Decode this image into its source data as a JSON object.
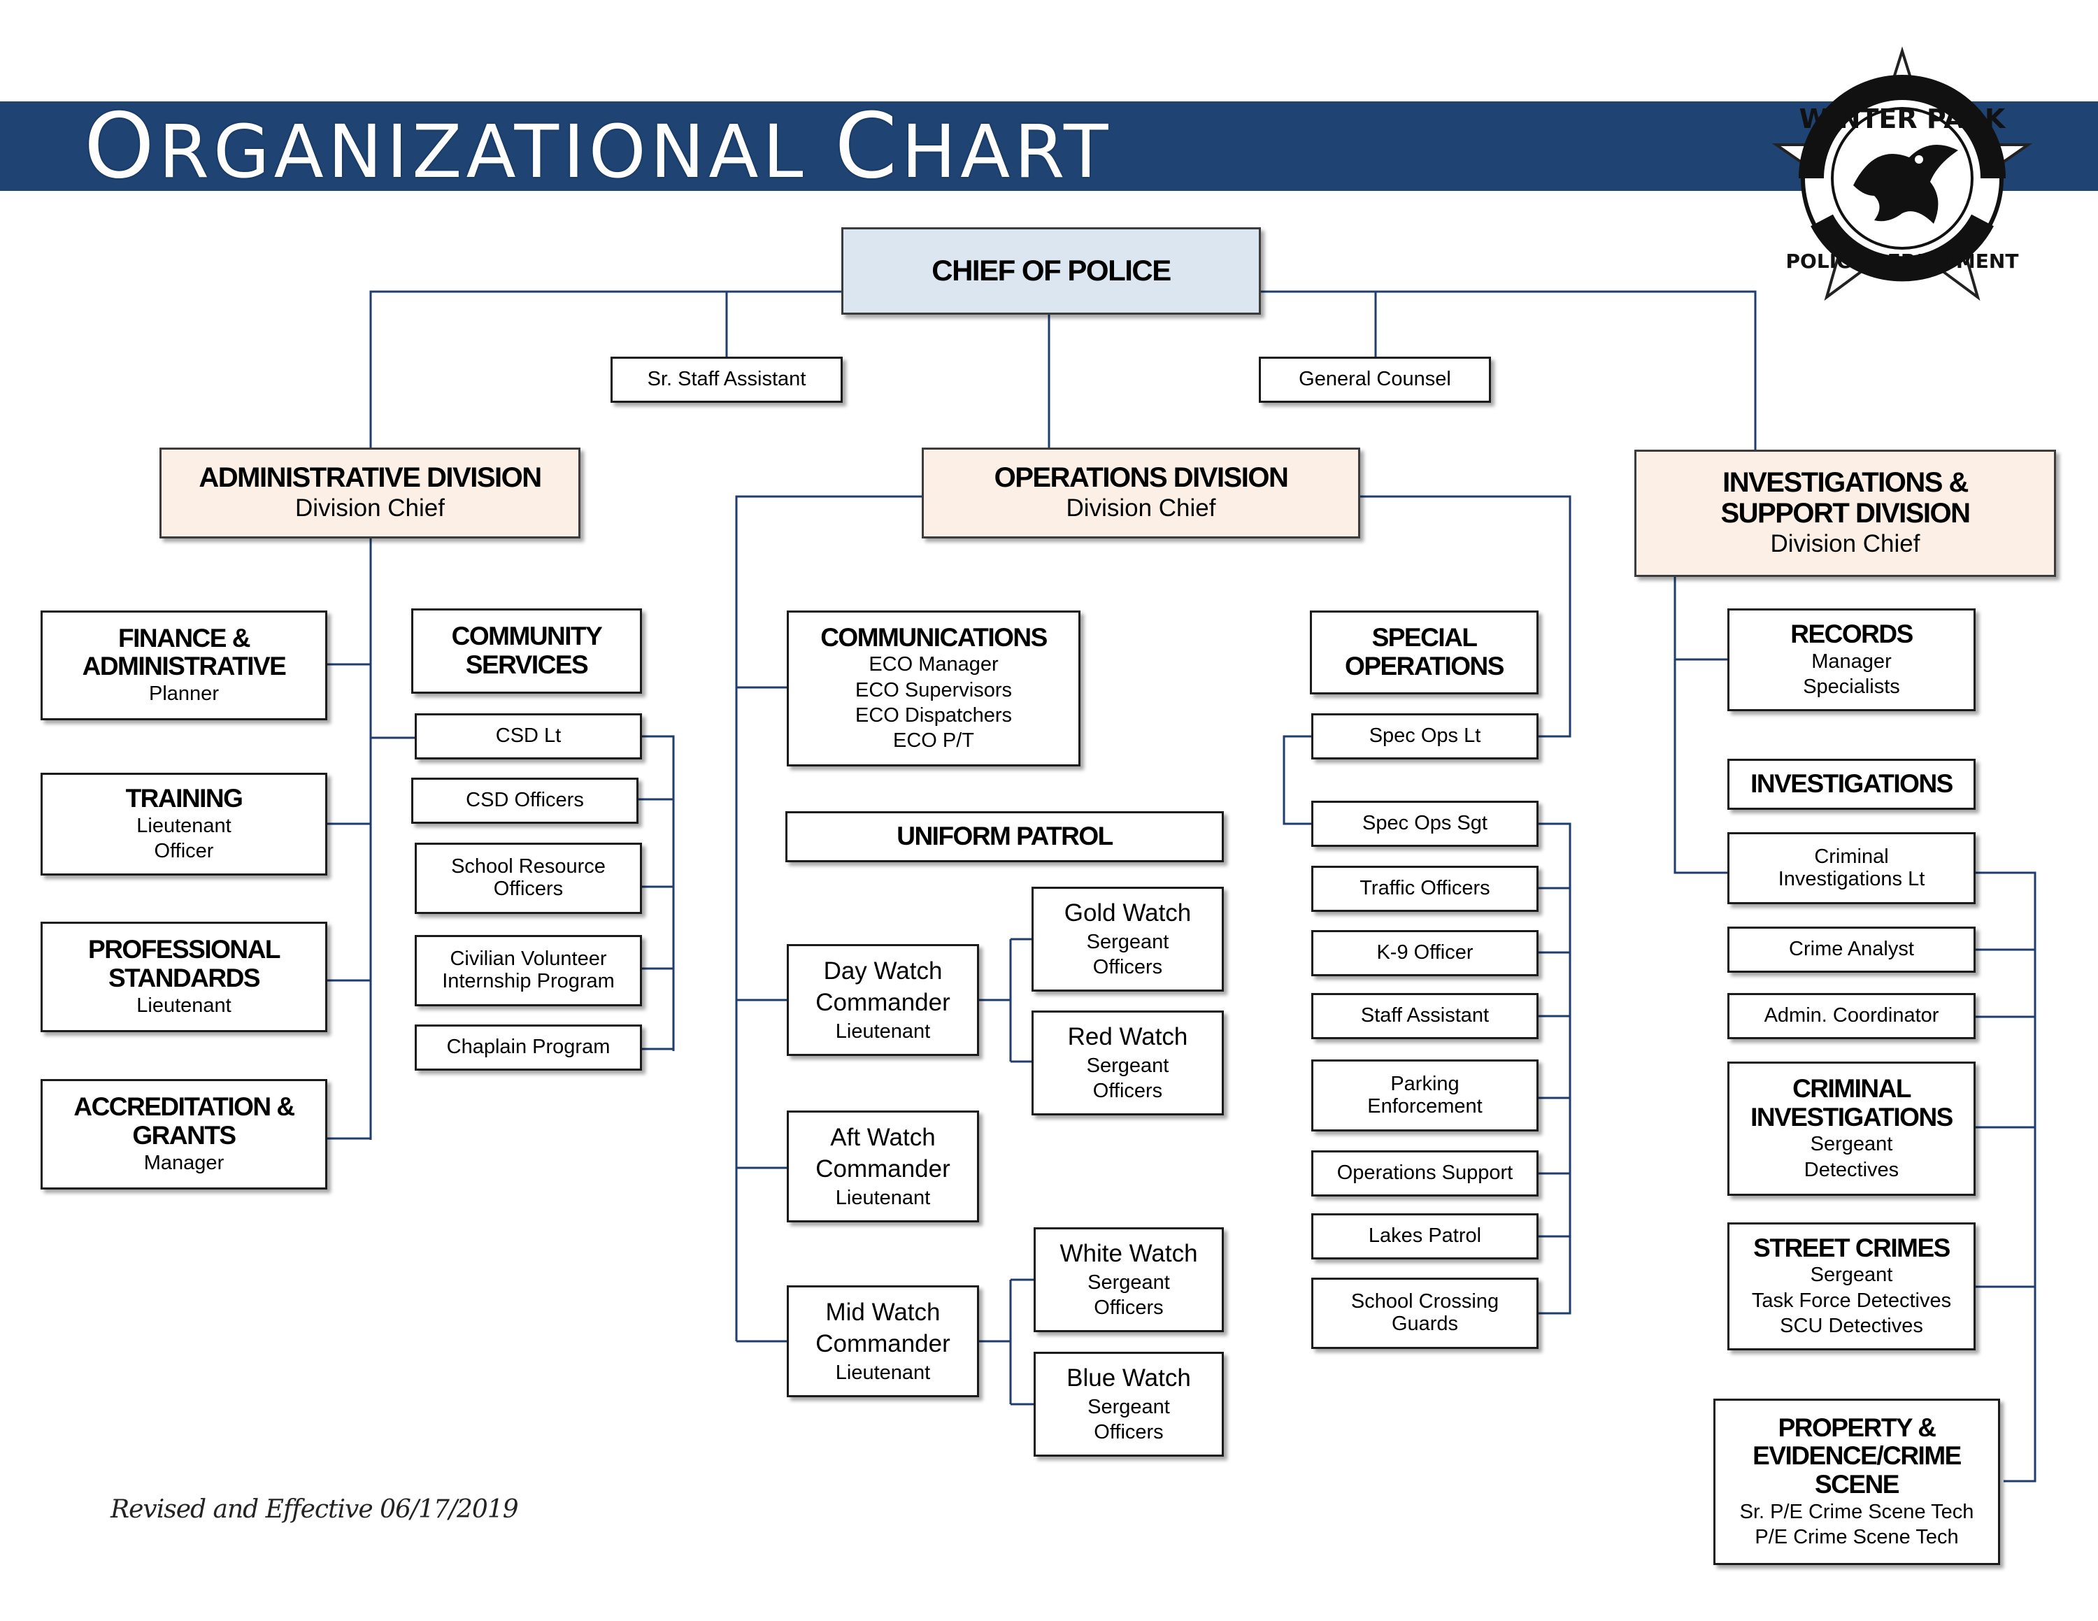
{
  "header": {
    "title_initial_1": "O",
    "title_rest_1": "RGANIZATIONAL ",
    "title_initial_2": "C",
    "title_rest_2": "HART"
  },
  "colors": {
    "banner": "#1f4473",
    "connector": "#1f3d6e",
    "chief_fill": "#dce6f1",
    "division_fill": "#fcf0e6"
  },
  "logo": {
    "name": "Winter Park Police Department star badge",
    "top_text": "WINTER PARK",
    "bottom_text": "POLICE DEPARTMENT",
    "icon": "eagle-star-badge-icon"
  },
  "chief": {
    "title": "CHIEF OF POLICE"
  },
  "staff": {
    "sr_staff_assistant": "Sr. Staff Assistant",
    "general_counsel": "General Counsel"
  },
  "admin": {
    "title": "ADMINISTRATIVE DIVISION",
    "sub": "Division Chief",
    "finance": {
      "title_1": "FINANCE &",
      "title_2": "ADMINISTRATIVE",
      "sub": "Planner"
    },
    "training": {
      "title": "TRAINING",
      "sub_1": "Lieutenant",
      "sub_2": "Officer"
    },
    "professional": {
      "title_1": "PROFESSIONAL",
      "title_2": "STANDARDS",
      "sub": "Lieutenant"
    },
    "accreditation": {
      "title_1": "ACCREDITATION &",
      "title_2": "GRANTS",
      "sub": "Manager"
    },
    "community": {
      "title_1": "COMMUNITY",
      "title_2": "SERVICES"
    },
    "csd_lt": "CSD Lt",
    "csd_officers": "CSD Officers",
    "school_resource": {
      "line_1": "School Resource",
      "line_2": "Officers"
    },
    "civilian": {
      "line_1": "Civilian Volunteer",
      "line_2": "Internship Program"
    },
    "chaplain": "Chaplain Program"
  },
  "operations": {
    "title": "OPERATIONS DIVISION",
    "sub": "Division Chief",
    "communications": {
      "title": "COMMUNICATIONS",
      "items": [
        "ECO Manager",
        "ECO Supervisors",
        "ECO Dispatchers",
        "ECO P/T"
      ]
    },
    "uniform_patrol": "UNIFORM PATROL",
    "day_watch": {
      "line_1": "Day Watch",
      "line_2": "Commander",
      "sub": "Lieutenant"
    },
    "aft_watch": {
      "line_1": "Aft Watch",
      "line_2": "Commander",
      "sub": "Lieutenant"
    },
    "mid_watch": {
      "line_1": "Mid Watch",
      "line_2": "Commander",
      "sub": "Lieutenant"
    },
    "gold_watch": {
      "title": "Gold Watch",
      "sub_1": "Sergeant",
      "sub_2": "Officers"
    },
    "red_watch": {
      "title": "Red Watch",
      "sub_1": "Sergeant",
      "sub_2": "Officers"
    },
    "white_watch": {
      "title": "White Watch",
      "sub_1": "Sergeant",
      "sub_2": "Officers"
    },
    "blue_watch": {
      "title": "Blue Watch",
      "sub_1": "Sergeant",
      "sub_2": "Officers"
    },
    "special": {
      "title_1": "SPECIAL",
      "title_2": "OPERATIONS"
    },
    "spec_ops_lt": "Spec Ops Lt",
    "spec_ops_sgt": "Spec Ops Sgt",
    "traffic": "Traffic Officers",
    "k9": "K-9 Officer",
    "staff_assistant": "Staff Assistant",
    "parking": {
      "line_1": "Parking",
      "line_2": "Enforcement"
    },
    "ops_support": "Operations Support",
    "lakes": "Lakes Patrol",
    "school_crossing": {
      "line_1": "School Crossing",
      "line_2": "Guards"
    }
  },
  "investigations": {
    "title_1": "INVESTIGATIONS &",
    "title_2": "SUPPORT DIVISION",
    "sub": "Division Chief",
    "records": {
      "title": "RECORDS",
      "sub_1": "Manager",
      "sub_2": "Specialists"
    },
    "investigations": "INVESTIGATIONS",
    "criminal_lt": {
      "line_1": "Criminal",
      "line_2": "Investigations Lt"
    },
    "crime_analyst": "Crime Analyst",
    "admin_coordinator": "Admin. Coordinator",
    "criminal_inv": {
      "title_1": "CRIMINAL",
      "title_2": "INVESTIGATIONS",
      "sub_1": "Sergeant",
      "sub_2": "Detectives"
    },
    "street_crimes": {
      "title": "STREET CRIMES",
      "sub_1": "Sergeant",
      "sub_2": "Task Force Detectives",
      "sub_3": "SCU Detectives"
    },
    "property": {
      "title_1": "PROPERTY &",
      "title_2": "EVIDENCE/CRIME",
      "title_3": "SCENE",
      "sub_1": "Sr. P/E Crime Scene Tech",
      "sub_2": "P/E Crime Scene Tech"
    }
  },
  "footer": {
    "revised": "Revised and Effective 06/17/2019"
  }
}
